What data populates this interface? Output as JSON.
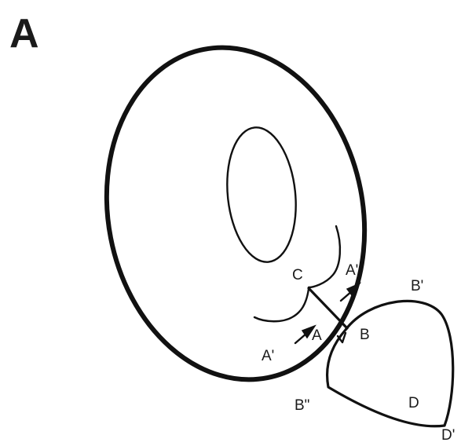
{
  "figure": {
    "panel_letter": "A",
    "labels": {
      "C": "C",
      "A_prime_top": "A'",
      "A_prime_bottom": "A'",
      "A": "A",
      "B": "B",
      "B_prime": "B'",
      "B_double_prime": "B\"",
      "D": "D",
      "D_prime": "D'"
    }
  }
}
